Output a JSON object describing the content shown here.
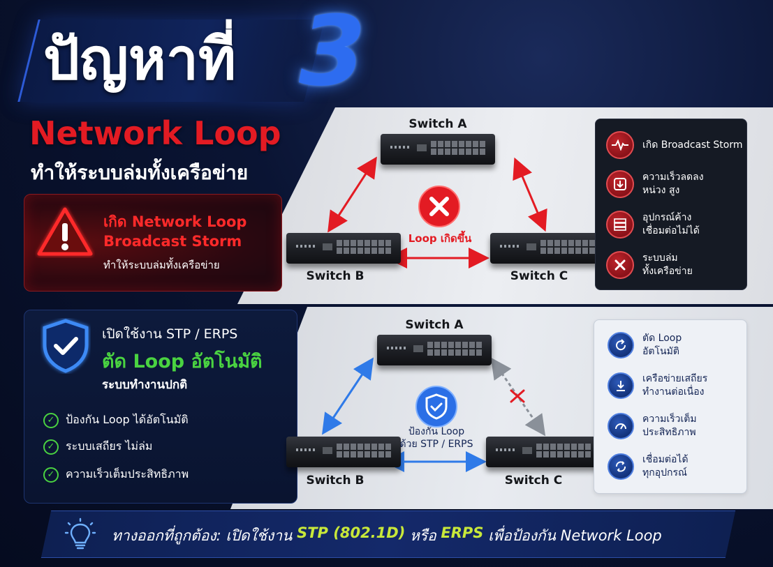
{
  "header": {
    "title": "ปัญหาที่",
    "number": "3",
    "problem": "Network Loop",
    "subtitle": "ทำให้ระบบล่มทั้งเครือข่าย"
  },
  "alert_card": {
    "line1": "เกิด Network Loop",
    "line2": "Broadcast Storm",
    "line3": "ทำให้ระบบล่มทั้งเครือข่าย"
  },
  "top_diagram": {
    "switch_a": "Switch A",
    "switch_b": "Switch B",
    "switch_c": "Switch C",
    "center_label": "Loop เกิดขึ้น"
  },
  "top_side": {
    "items": [
      {
        "line1": "เกิด Broadcast Storm",
        "line2": "",
        "icon": "pulse-icon"
      },
      {
        "line1": "ความเร็วลดลง",
        "line2": "หน่วง สูง",
        "icon": "speed-down-icon"
      },
      {
        "line1": "อุปกรณ์ค้าง",
        "line2": "เชื่อมต่อไม่ได้",
        "icon": "server-icon"
      },
      {
        "line1": "ระบบล่ม",
        "line2": "ทั้งเครือข่าย",
        "icon": "x-icon"
      }
    ]
  },
  "stp_card": {
    "line1": "เปิดใช้งาน STP / ERPS",
    "line2": "ตัด Loop อัตโนมัติ",
    "line3": "ระบบทำงานปกติ",
    "checks": [
      "ป้องกัน Loop ได้อัตโนมัติ",
      "ระบบเสถียร ไม่ล่ม",
      "ความเร็วเต็มประสิทธิภาพ"
    ]
  },
  "bottom_diagram": {
    "switch_a": "Switch A",
    "switch_b": "Switch B",
    "switch_c": "Switch C",
    "center_line1": "ป้องกัน Loop",
    "center_line2": "ด้วย STP / ERPS"
  },
  "bottom_side": {
    "items": [
      {
        "line1": "ตัด Loop",
        "line2": "อัตโนมัติ",
        "icon": "refresh-icon"
      },
      {
        "line1": "เครือข่ายเสถียร",
        "line2": "ทำงานต่อเนื่อง",
        "icon": "stable-icon"
      },
      {
        "line1": "ความเร็วเต็ม",
        "line2": "ประสิทธิภาพ",
        "icon": "speed-icon"
      },
      {
        "line1": "เชื่อมต่อได้",
        "line2": "ทุกอุปกรณ์",
        "icon": "connect-icon"
      }
    ]
  },
  "footer": {
    "prefix": "ทางออกที่ถูกต้อง: เปิดใช้งาน ",
    "stp": "STP (802.1D)",
    "mid": " หรือ ",
    "erps": "ERPS",
    "suffix": " เพื่อป้องกัน Network Loop"
  },
  "colors": {
    "danger": "#e31b23",
    "success": "#4ad341",
    "accent_blue": "#2d6cf0",
    "highlight": "#c8e83a"
  }
}
